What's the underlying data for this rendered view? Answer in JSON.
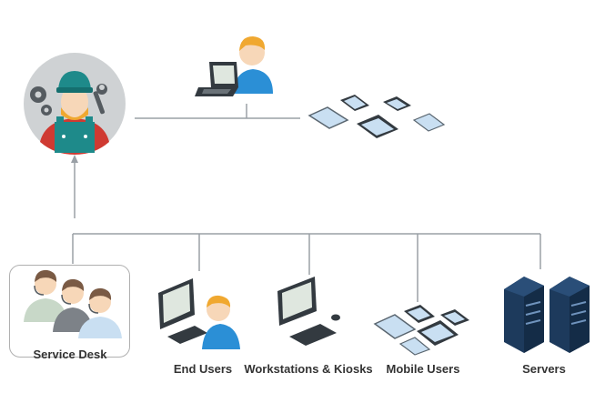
{
  "labels": {
    "service_desk": "Service Desk",
    "end_users": "End Users",
    "workstations": "Workstations & Kiosks",
    "mobile_users": "Mobile Users",
    "servers": "Servers"
  },
  "colors": {
    "line": "#9aa0a6",
    "tablet_blue": "#c9dff2",
    "device_dark": "#333a40",
    "screen_green": "#dfe7df",
    "skin": "#f7d7b8",
    "hair_orange": "#f0a830",
    "shirt_blue": "#2b8fd6",
    "server_navy": "#1d3a5c",
    "technician_red": "#cf3a32",
    "technician_teal": "#1e8a8a",
    "circle_grey": "#cfd2d4"
  },
  "icons": {
    "technician": "technician-icon",
    "remote_user": "laptop-user-icon",
    "devices_top": "mobile-devices-icon",
    "service_desk": "support-agents-icon",
    "end_users": "desktop-user-icon",
    "workstations": "workstation-icon",
    "mobile_users": "mobile-devices-icon",
    "servers": "server-rack-icon"
  }
}
